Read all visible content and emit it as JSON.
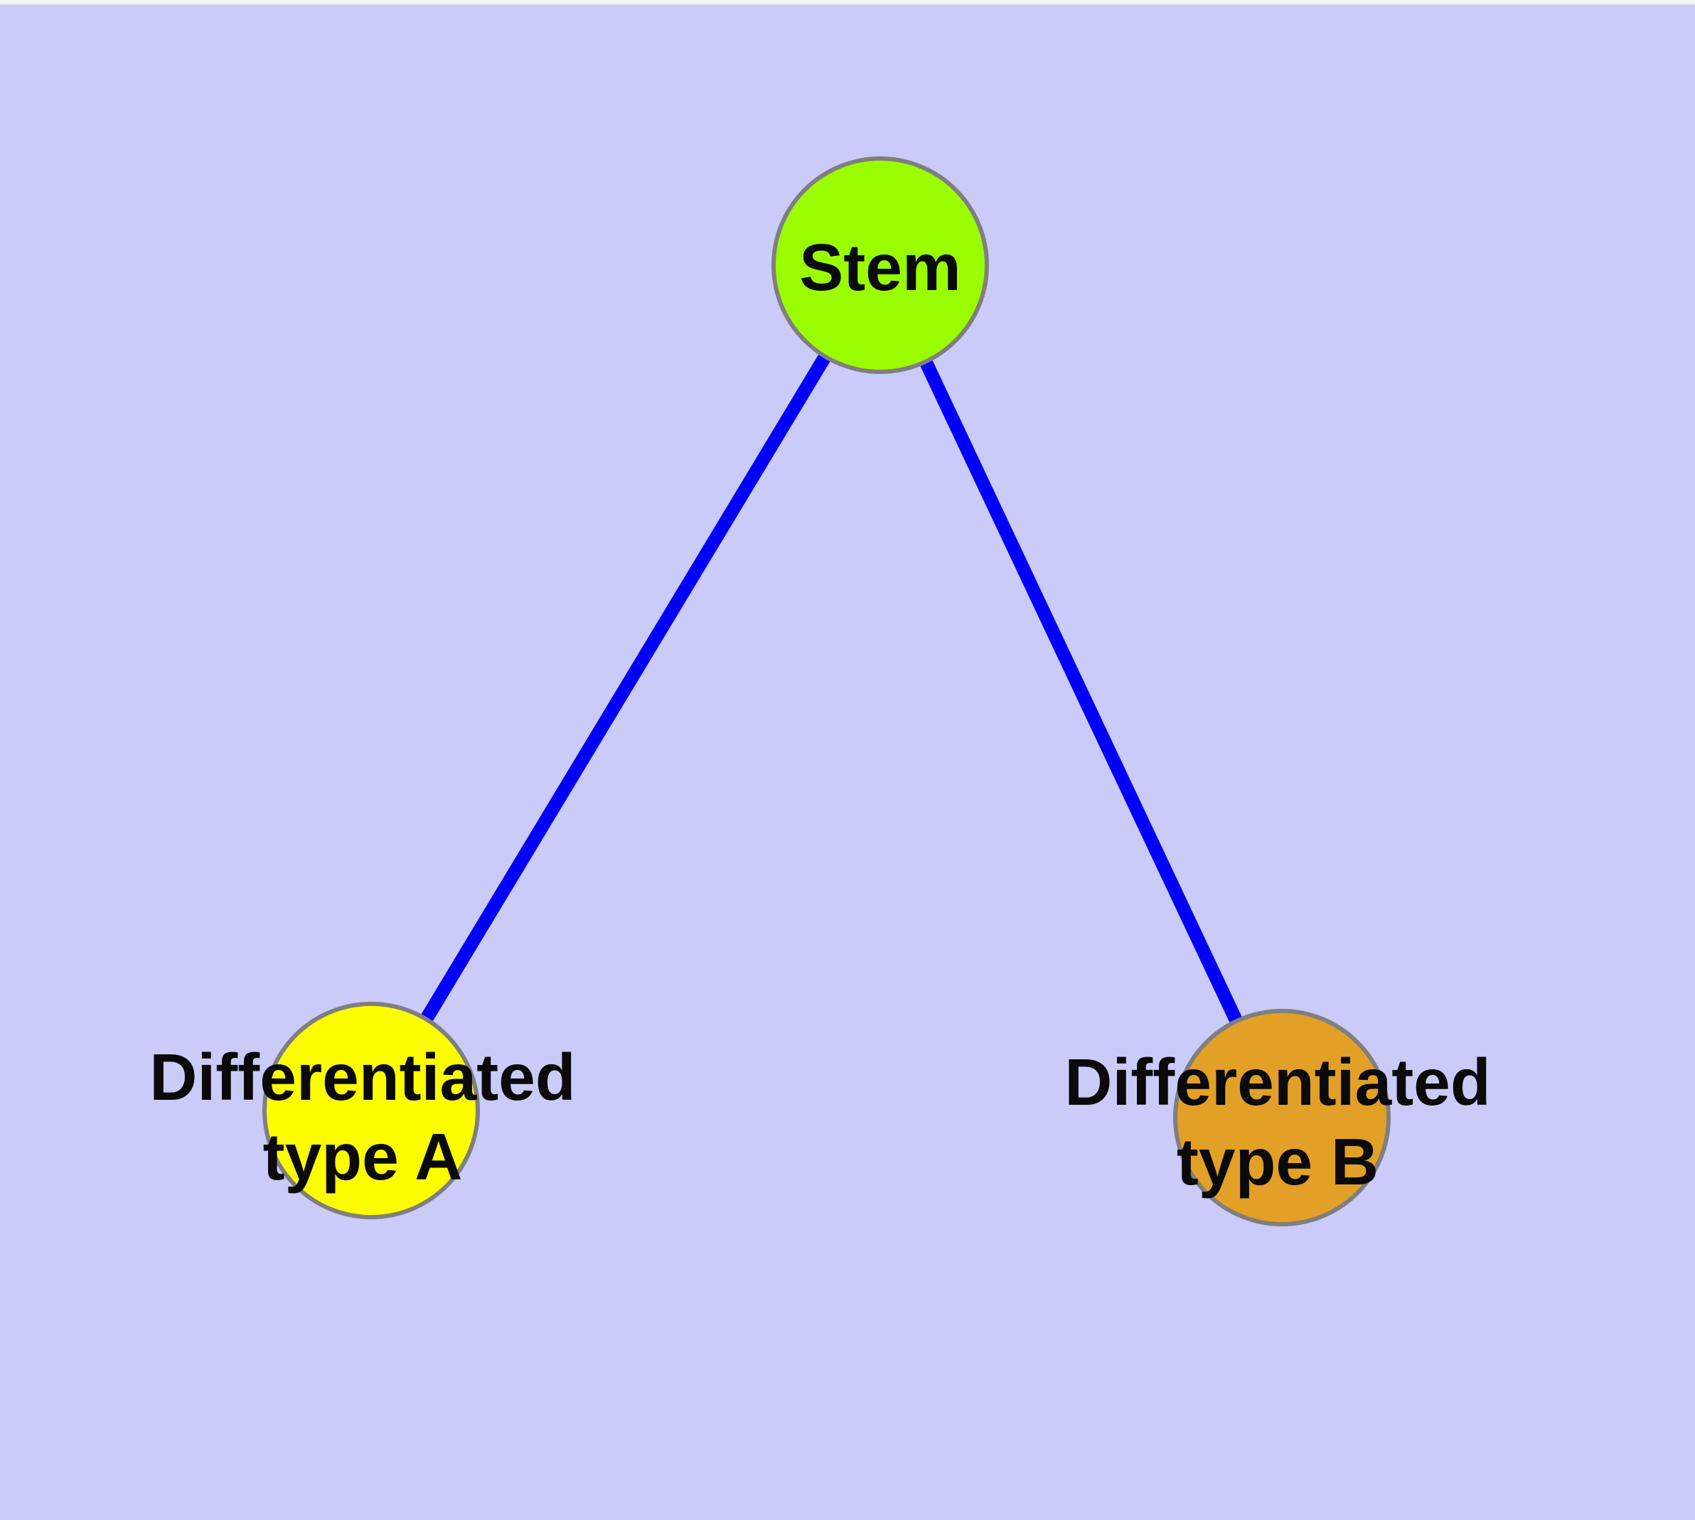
{
  "canvas": {
    "background_color": "#CBCBFA",
    "top_strip_color": "#F8F8F8"
  },
  "nodes": {
    "stem": {
      "label": "Stem",
      "fill": "#9AFE01",
      "border": "#7F7F7F"
    },
    "type_a": {
      "label": "Differentiated\ntype A",
      "fill": "#FDFD00",
      "border": "#7F7F7F"
    },
    "type_b": {
      "label": "Differentiated\ntype B",
      "fill": "#E3A026",
      "border": "#7F7F7F"
    }
  },
  "edges": {
    "color": "#0000FA",
    "items": [
      {
        "from": "Stem",
        "to": "Differentiated type A"
      },
      {
        "from": "Stem",
        "to": "Differentiated type B"
      }
    ]
  }
}
